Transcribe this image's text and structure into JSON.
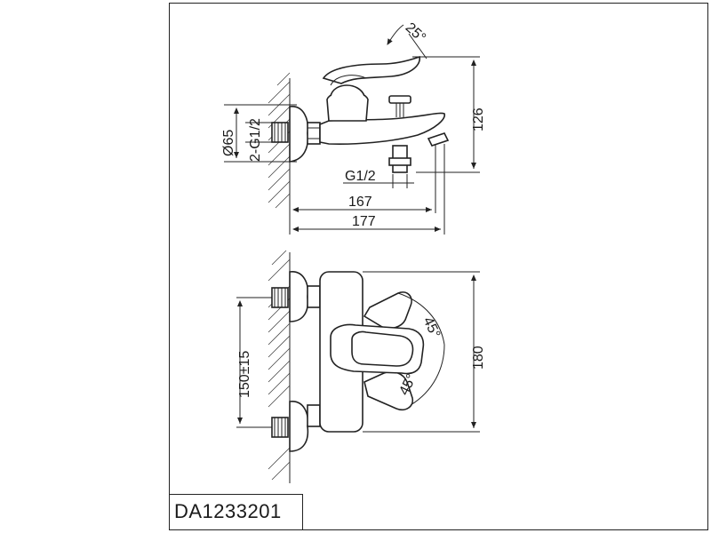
{
  "drawing": {
    "model_code": "DA1233201",
    "top_view": {
      "lever_angle": "25°",
      "diameter": "Ø65",
      "connection": "2-G1/2",
      "outlet_thread": "G1/2",
      "width_a": "167",
      "width_b": "177",
      "height": "126"
    },
    "front_view": {
      "centers": "150±15",
      "height": "180",
      "angle_up": "45°",
      "angle_down": "45°"
    }
  }
}
